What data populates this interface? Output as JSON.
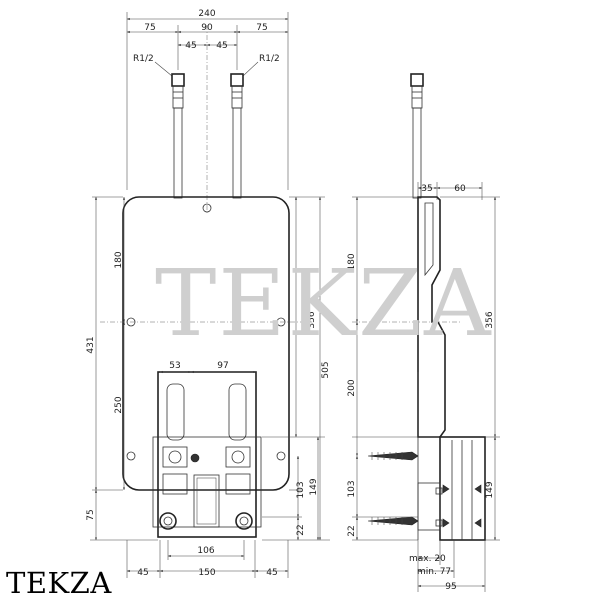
{
  "watermark": "TEKZA",
  "brand_label": "TEKZA",
  "front_view": {
    "top_dims": {
      "overall": "240",
      "left": "75",
      "center": "90",
      "right": "75",
      "half_left": "45",
      "half_right": "45"
    },
    "thread_labels": [
      "R1/2",
      "R1/2"
    ],
    "left_dims": {
      "total": "431",
      "upper": "180",
      "middle": "250",
      "lower": "75"
    },
    "right_dims": {
      "upper_span": "356",
      "total": "505",
      "span_149": "149",
      "span_103": "103",
      "span_22": "22"
    },
    "inner_dims": {
      "a": "53",
      "b": "97"
    },
    "bottom_dims": {
      "inner": "106",
      "left": "45",
      "center": "150",
      "right": "45"
    }
  },
  "side_view": {
    "top_dims": {
      "a": "35",
      "b": "60"
    },
    "left_dims": {
      "upper": "180",
      "middle": "200",
      "lower": "103",
      "bottom": "22"
    },
    "right_dims": {
      "total": "356",
      "lower": "149"
    },
    "bottom_dims": {
      "max_label": "max. 20",
      "min_label": "min. 77",
      "depth": "95"
    }
  }
}
